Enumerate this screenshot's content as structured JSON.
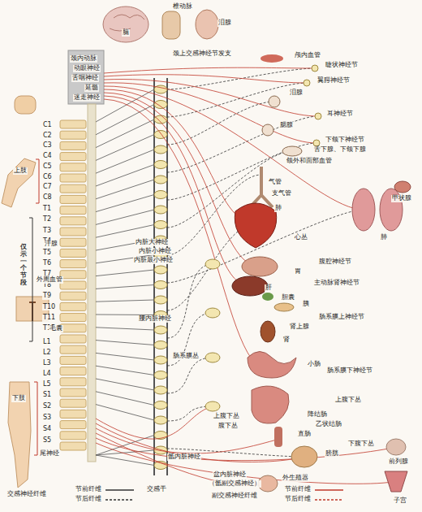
{
  "diagram": {
    "labels": [
      "脑",
      "椎动脉",
      "泪腺",
      "颈内动脉",
      "动眼神经",
      "舌咽神经",
      "延髓",
      "迷走神经",
      "颈上交感神经节发支",
      "颅内血管",
      "睫状神经节",
      "翼腭神经节",
      "泪腺",
      "腮腺",
      "耳神经节",
      "下颌下神经节",
      "舌下腺、下颌下腺",
      "颌外和面部血管",
      "气管",
      "支气管",
      "甲状腺",
      "肺",
      "肺",
      "心丛",
      "腹腔神经节",
      "胃",
      "主动脉肾神经节",
      "肝",
      "胆囊",
      "胰",
      "肠系膜上神经节",
      "肾上腺",
      "肾",
      "小肠",
      "肠系膜下神经节",
      "上腹下丛",
      "降结肠",
      "乙状结肠",
      "直肠",
      "下腹下丛",
      "膀胱",
      "外生殖器",
      "前列腺",
      "子宫",
      "C1",
      "C2",
      "C3",
      "C4",
      "C5",
      "C6",
      "C7",
      "C8",
      "T1",
      "T2",
      "T3",
      "T4",
      "T5",
      "T6",
      "T7",
      "T8",
      "T9",
      "T10",
      "T11",
      "T12",
      "L1",
      "L2",
      "L3",
      "L4",
      "L5",
      "S1",
      "S2",
      "S3",
      "S4",
      "S5",
      "尾神经",
      "上肢",
      "汗腺",
      "外周血管",
      "毛囊",
      "仅示一个节段",
      "下肢",
      "内脏大神经",
      "内脏小神经",
      "内脏最小神经",
      "腰内脏神经",
      "肠系膜丛",
      "上腹下丛",
      "腹下丛",
      "骶内脏神经",
      "交感干",
      "盆内脏神经",
      "（骶副交感神经）",
      "交感神经纤维",
      "副交感神经纤维"
    ],
    "legend": [
      {
        "text": "节前纤维"
      },
      {
        "text": "节后纤维"
      },
      {
        "text": "节前纤维"
      },
      {
        "text": "节后纤维"
      }
    ]
  }
}
